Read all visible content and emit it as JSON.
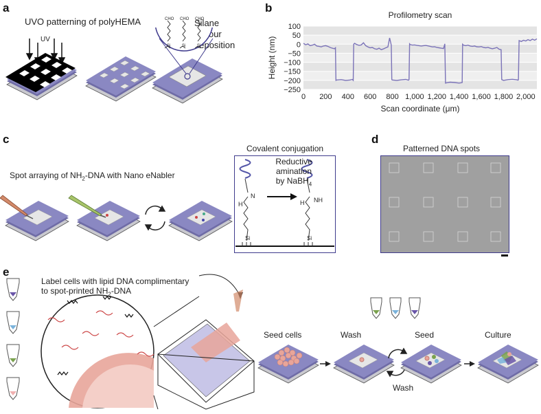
{
  "panels": {
    "a": {
      "label": "a",
      "uvo_title": "UVO patterning of polyHEMA",
      "uv": "UV",
      "silane_line1": "Silane",
      "silane_line2": "vapour",
      "silane_line3": "deposition",
      "chem_cho": "CHO",
      "chem_si": "Si"
    },
    "b": {
      "label": "b"
    },
    "c": {
      "label": "c",
      "spot_text_prefix": "Spot arraying of NH",
      "spot_sub": "2",
      "spot_text_suffix": "-DNA with Nano eNabler",
      "covalent_title": "Covalent conjugation",
      "reductive_line1": "Reductive",
      "reductive_line2": "amination",
      "reductive_line3_prefix": "by NaBH",
      "reductive_sub": "4",
      "chem_h": "H",
      "chem_n": "N",
      "chem_nh": "NH",
      "chem_si": "Si"
    },
    "d": {
      "label": "d",
      "title": "Patterned DNA spots"
    },
    "e": {
      "label": "e",
      "label_line1": "Label cells with lipid DNA complimentary",
      "label_line2_prefix": "to spot-printed NH",
      "label_sub": "2",
      "label_line2_suffix": "-DNA",
      "steps": {
        "seed_cells": "Seed cells",
        "wash": "Wash",
        "seed": "Seed",
        "culture": "Culture",
        "wash_loop": "Wash"
      }
    }
  },
  "chart_data": {
    "type": "line",
    "title": "Profilometry scan",
    "xlabel": "Scan coordinate (μm)",
    "ylabel": "Height (nm)",
    "xlim": [
      0,
      2100
    ],
    "ylim": [
      -250,
      100
    ],
    "x_ticks": [
      0,
      200,
      400,
      600,
      800,
      1000,
      1200,
      1400,
      1600,
      1800,
      2000
    ],
    "x_tick_labels": [
      "0",
      "200",
      "400",
      "600",
      "800",
      "1,000",
      "1,200",
      "1,400",
      "1,600",
      "1,800",
      "2,000"
    ],
    "y_ticks": [
      100,
      50,
      0,
      -50,
      -100,
      -150,
      -200,
      -250
    ],
    "y_tick_labels": [
      "100",
      "50",
      "0",
      "−50",
      "−100",
      "−150",
      "−200",
      "−250"
    ],
    "grid": true,
    "line_color": "#7b73b8",
    "series": [
      {
        "x": [
          0,
          20,
          40,
          60,
          80,
          100,
          120,
          140,
          160,
          180,
          200,
          220,
          240,
          260,
          280,
          288,
          292,
          300,
          340,
          380,
          420,
          440,
          448,
          452,
          460,
          480,
          500,
          520,
          540,
          560,
          580,
          600,
          620,
          640,
          660,
          680,
          700,
          720,
          740,
          760,
          775,
          790,
          795,
          800,
          840,
          880,
          920,
          945,
          950,
          955,
          960,
          980,
          1000,
          1020,
          1040,
          1060,
          1080,
          1100,
          1120,
          1140,
          1160,
          1180,
          1200,
          1220,
          1240,
          1260,
          1272,
          1278,
          1290,
          1320,
          1360,
          1400,
          1420,
          1428,
          1432,
          1440,
          1460,
          1480,
          1500,
          1520,
          1540,
          1560,
          1580,
          1600,
          1620,
          1640,
          1660,
          1680,
          1700,
          1720,
          1740,
          1760,
          1778,
          1784,
          1800,
          1840,
          1880,
          1920,
          1930,
          1934,
          1940,
          1960,
          1980,
          2000,
          2020,
          2040,
          2060,
          2080,
          2100
        ],
        "y": [
          5,
          -3,
          2,
          -8,
          -5,
          0,
          -10,
          -12,
          -15,
          -10,
          -8,
          -12,
          -18,
          -22,
          -25,
          -20,
          -200,
          -198,
          -196,
          -200,
          -198,
          -195,
          -200,
          0,
          5,
          -2,
          -6,
          -4,
          8,
          -8,
          -15,
          -20,
          -18,
          -25,
          -28,
          -22,
          -30,
          -26,
          -20,
          -15,
          35,
          -5,
          -196,
          -198,
          -200,
          -197,
          -195,
          -199,
          -196,
          2,
          -2,
          -5,
          -4,
          -6,
          -8,
          -10,
          -8,
          -7,
          -9,
          -12,
          -15,
          -14,
          -18,
          -20,
          -22,
          -24,
          2,
          -215,
          -213,
          -210,
          -212,
          -215,
          -213,
          -212,
          0,
          -5,
          -8,
          -5,
          -10,
          -12,
          -10,
          -14,
          -15,
          -13,
          -18,
          -20,
          -17,
          -22,
          -25,
          -22,
          -18,
          -28,
          -30,
          -196,
          -200,
          -196,
          -194,
          -197,
          -199,
          -197,
          20,
          15,
          22,
          18,
          25,
          20,
          28,
          22,
          30
        ]
      }
    ]
  },
  "colors": {
    "slide_top": "#8a88c2",
    "slide_side": "#6f6ca6",
    "slide_base": "#c9c9cf",
    "spot": "#e6e6e6",
    "mask": "#000000",
    "panel_border": "#3e3a8c",
    "dna_blue": "#5456a8",
    "cell_pink": "#e8a59a",
    "cell_dark": "#c47a72",
    "tube_purple": "#6a56a8",
    "tube_blue": "#7ab3db",
    "tube_green": "#7aa24e",
    "tube_pink": "#f0b0b0",
    "micro_gray": "#a0a0a0"
  },
  "icons": [
    "uv-arrow-icon",
    "loop-arrows-icon",
    "pipette-icon",
    "eppendorf-tube-icon",
    "process-arrow-icon",
    "scale-bar-icon"
  ]
}
